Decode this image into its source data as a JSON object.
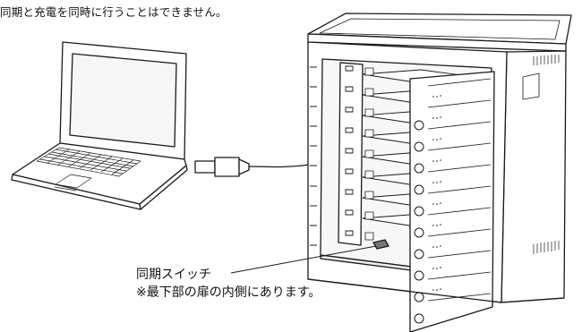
{
  "top_note": "同期と充電を同時に行うことはできません。",
  "callout": {
    "title": "同期スイッチ",
    "note": "※最下部の扉の内側にあります。"
  },
  "colors": {
    "line": "#1a1a1a",
    "fill": "#ffffff",
    "shade": "#e8e8e8"
  },
  "icons": [
    "laptop-icon",
    "usb-plug-icon",
    "charging-cabinet-icon",
    "sync-switch-icon"
  ]
}
